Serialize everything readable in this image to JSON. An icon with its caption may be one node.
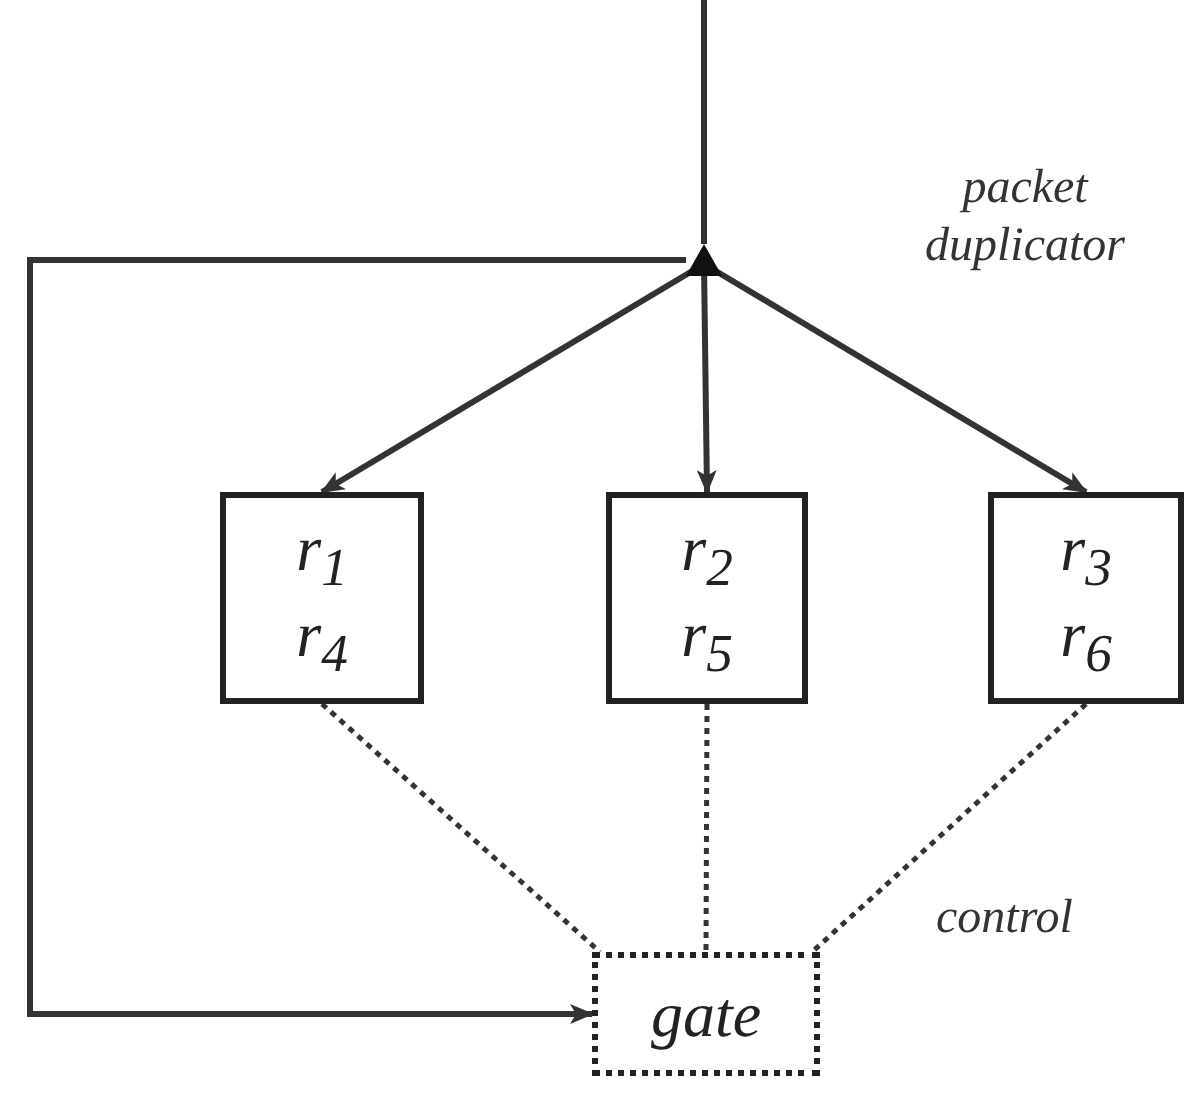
{
  "diagram": {
    "nodes": [
      {
        "text": [],
        "shape": "triangle"
      },
      {
        "text": [
          "r$_{1}$",
          "r$_{4}$"
        ]
      },
      {
        "text": [
          "r$_{2}$",
          "r$_{5}$"
        ]
      },
      {
        "text": [
          "r$_{3}$",
          "r$_{6}$"
        ]
      },
      {
        "text": [
          "gate"
        ]
      }
    ],
    "edges": [
      {
        "from": null,
        "to": 0,
        "arrow": "none"
      },
      {
        "from": 0,
        "to": 1,
        "arrow": "to"
      },
      {
        "from": 0,
        "to": 2,
        "arrow": "to"
      },
      {
        "from": 0,
        "to": 3,
        "arrow": "to"
      },
      {
        "from": 0,
        "to": 4,
        "arrow": "to"
      },
      {
        "from": 1,
        "to": 4,
        "arrow": "none",
        "style": "dashed"
      },
      {
        "from": 2,
        "to": 4,
        "arrow": "none",
        "style": "dashed"
      },
      {
        "from": 3,
        "to": 4,
        "arrow": "none",
        "style": "dashed"
      }
    ],
    "labels": [
      "packet duplicator",
      "control"
    ]
  }
}
